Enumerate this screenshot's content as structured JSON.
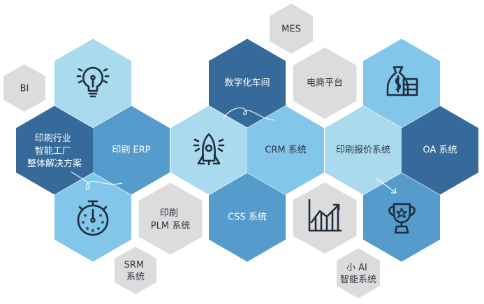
{
  "colors": {
    "dark": "#356a9a",
    "mid": "#559bcb",
    "sky": "#82c6ea",
    "light": "#a9daee",
    "gray": "#dcdcdc"
  },
  "hexes": {
    "solution": [
      "印刷行业",
      "智能工厂",
      "整体解决方案"
    ],
    "erp": "印刷 ERP",
    "workshop": "数字化车间",
    "crm": "CRM 系统",
    "css": "CSS 系统",
    "quote": "印刷报价系统",
    "oa": "OA 系统",
    "ecommerce": "电商平台",
    "plm": [
      "印刷",
      "PLM 系统"
    ],
    "mes": "MES",
    "bi": "BI",
    "srm": [
      "SRM",
      "系统"
    ],
    "ai": [
      "小 AI",
      "智能系统"
    ]
  },
  "icons": [
    "lightbulb-icon",
    "rocket-icon",
    "stopwatch-icon",
    "money-bag-icon",
    "trophy-icon",
    "growth-chart-icon"
  ]
}
